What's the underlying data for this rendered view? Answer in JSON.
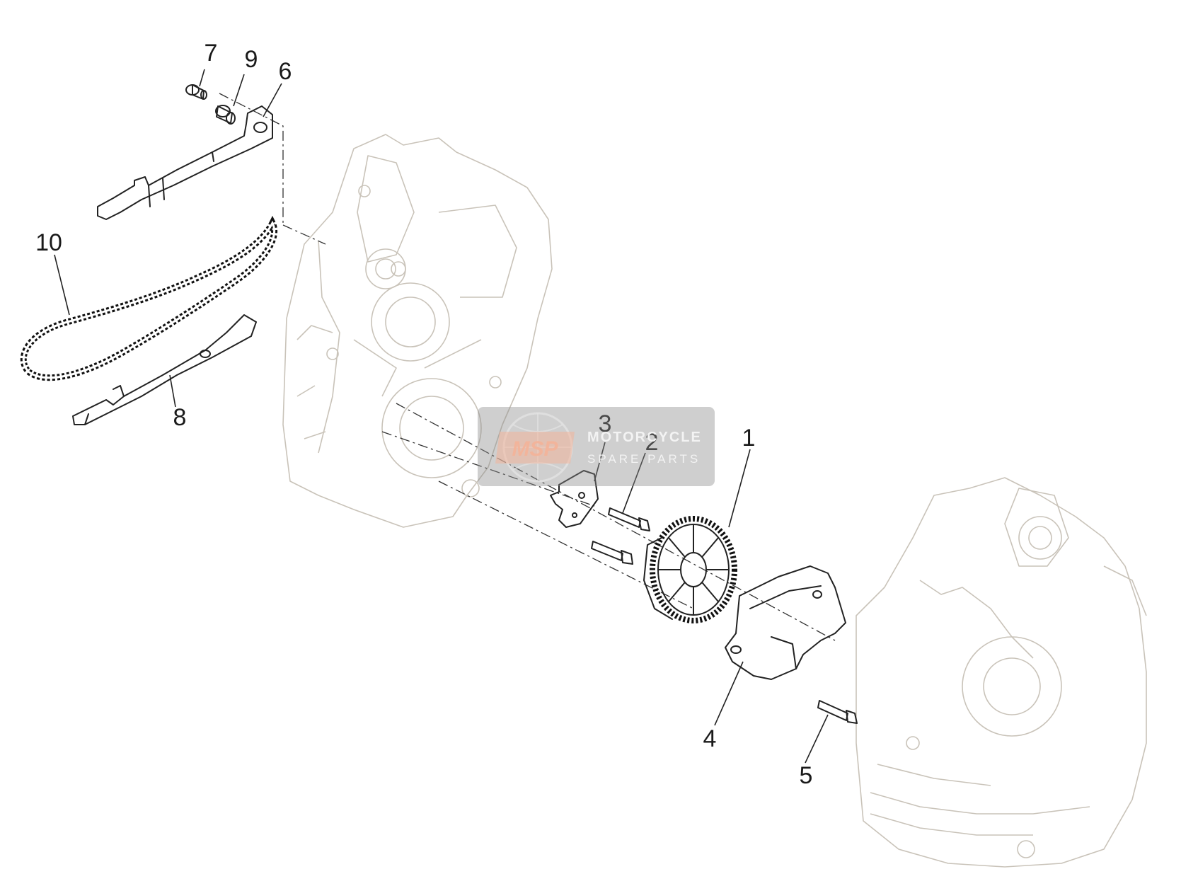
{
  "diagram": {
    "callouts": [
      {
        "id": "1",
        "label": "1"
      },
      {
        "id": "2",
        "label": "2"
      },
      {
        "id": "3",
        "label": "3"
      },
      {
        "id": "4",
        "label": "4"
      },
      {
        "id": "5",
        "label": "5"
      },
      {
        "id": "6",
        "label": "6"
      },
      {
        "id": "7",
        "label": "7"
      },
      {
        "id": "8",
        "label": "8"
      },
      {
        "id": "9",
        "label": "9"
      },
      {
        "id": "10",
        "label": "10"
      }
    ]
  },
  "watermark": {
    "logo_text": "MSP",
    "line1": "MOTORCYCLE",
    "line2": "SPARE PARTS",
    "logo_color": "#f2b49b"
  }
}
